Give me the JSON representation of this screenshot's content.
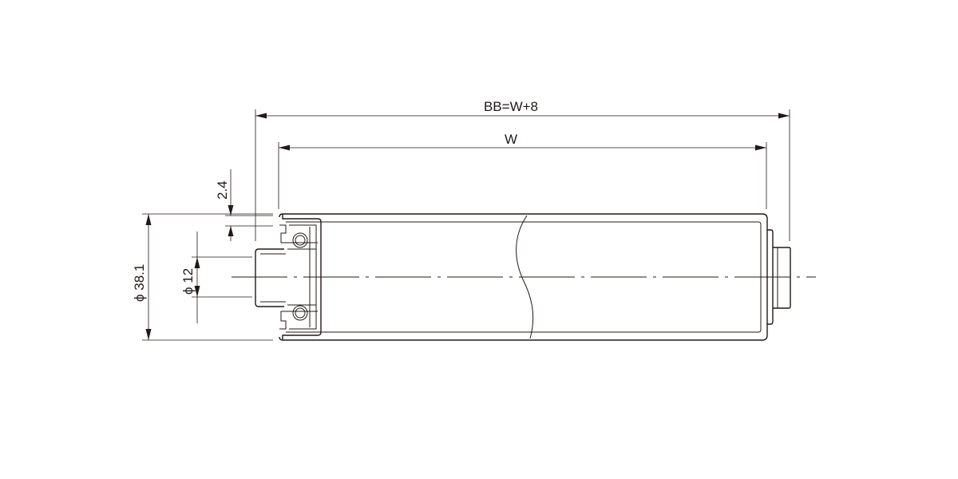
{
  "dimensions": {
    "overall_length": "BB=W+8",
    "tube_length": "W",
    "flange_offset": "2.4",
    "tube_diameter": "ϕ 38.1",
    "shaft_diameter": "ϕ 12"
  },
  "colors": {
    "line": "#231815",
    "background": "#ffffff"
  }
}
